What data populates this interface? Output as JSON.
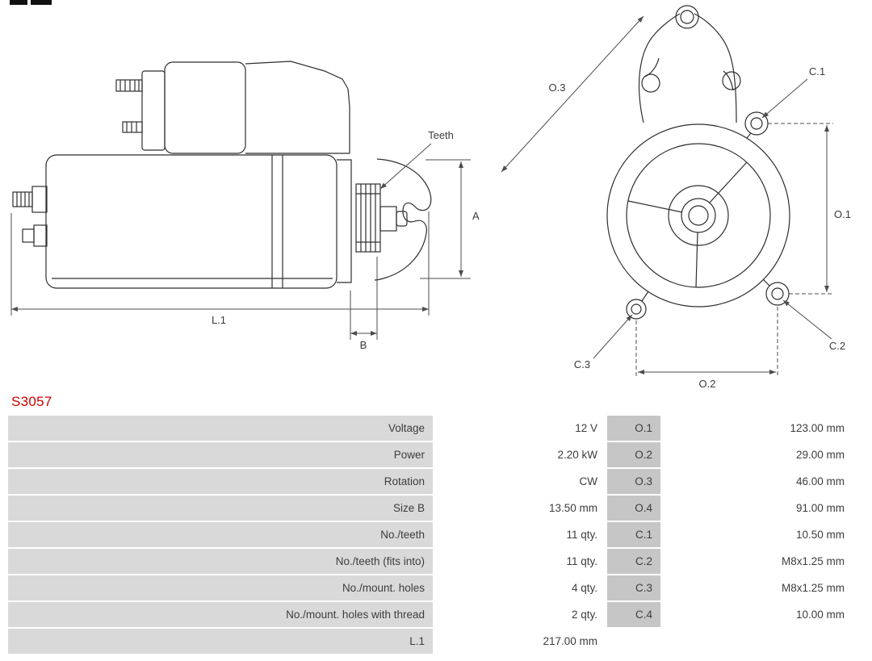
{
  "part_number": "S3057",
  "colors": {
    "part_number_red": "#cc0000",
    "cell_label_bg": "#d9d9d9",
    "cell_dim_bg": "#c6c6c6",
    "table_text": "#3d3d3d",
    "drawing_line": "#2e2e2e",
    "dimension_line": "#4d4d4d",
    "label_text": "#3a3a3a"
  },
  "drawing": {
    "labels": {
      "teeth": "Teeth",
      "dim_a": "A",
      "dim_b": "B",
      "dim_l1": "L.1",
      "dim_o1": "O.1",
      "dim_o2": "O.2",
      "dim_o3": "O.3",
      "dim_c1": "C.1",
      "dim_c2": "C.2",
      "dim_c3": "C.3"
    }
  },
  "table": {
    "rows": [
      {
        "label": "Voltage",
        "value": "12 V",
        "dim": "O.1",
        "dim_value": "123.00 mm"
      },
      {
        "label": "Power",
        "value": "2.20 kW",
        "dim": "O.2",
        "dim_value": "29.00 mm"
      },
      {
        "label": "Rotation",
        "value": "CW",
        "dim": "O.3",
        "dim_value": "46.00 mm"
      },
      {
        "label": "Size B",
        "value": "13.50 mm",
        "dim": "O.4",
        "dim_value": "91.00 mm"
      },
      {
        "label": "No./teeth",
        "value": "11 qty.",
        "dim": "C.1",
        "dim_value": "10.50 mm"
      },
      {
        "label": "No./teeth (fits into)",
        "value": "11 qty.",
        "dim": "C.2",
        "dim_value": "M8x1.25 mm"
      },
      {
        "label": "No./mount. holes",
        "value": "4 qty.",
        "dim": "C.3",
        "dim_value": "M8x1.25 mm"
      },
      {
        "label": "No./mount. holes with thread",
        "value": "2 qty.",
        "dim": "C.4",
        "dim_value": "10.00 mm"
      },
      {
        "label": "L.1",
        "value": "217.00 mm",
        "dim": "",
        "dim_value": ""
      }
    ]
  }
}
